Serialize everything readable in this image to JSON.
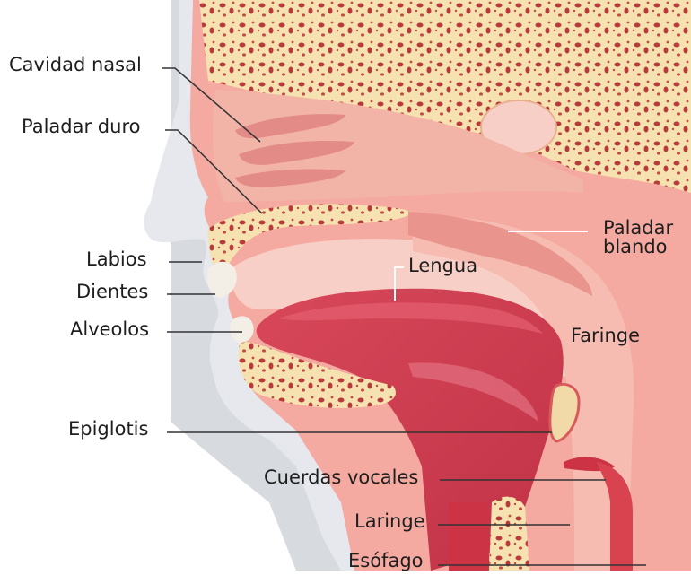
{
  "labels": {
    "cavidad_nasal": "Cavidad nasal",
    "paladar_duro": "Paladar duro",
    "labios": "Labios",
    "dientes": "Dientes",
    "alveolos": "Alveolos",
    "epiglotis": "Epiglotis",
    "cuerdas_vocales": "Cuerdas vocales",
    "laringe": "Laringe",
    "esofago": "Esófago",
    "lengua": "Lengua",
    "paladar_blando": "Paladar\nblando",
    "faringe": "Faringe"
  },
  "colors": {
    "bone": "#f6e2b0",
    "bone_cavity": "#b83a3a",
    "soft_tissue": "#f4aaa0",
    "cavity": "#f8cfc6",
    "tongue": "#cf4050",
    "skin": "#e4e7ee",
    "background": "#d7dade",
    "leader_line": "#333333"
  }
}
